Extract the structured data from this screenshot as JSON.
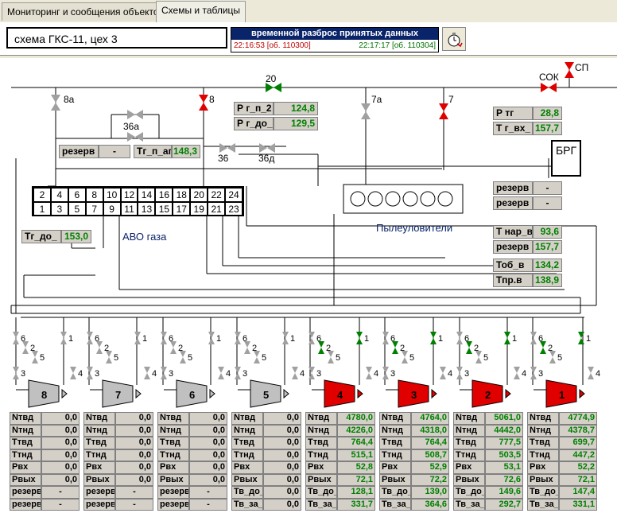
{
  "tabs": [
    {
      "label": "Мониторинг и сообщения объектов",
      "active": false
    },
    {
      "label": "Схемы и таблицы",
      "active": true
    }
  ],
  "header": {
    "title": "схема ГКС-11, цех 3",
    "spread_title": "временной разброс принятых данных",
    "time_first": "22:16:53 [об. 110300]",
    "time_last": "22:17:17 [об. 110304]",
    "clock_icon": "clock-refresh-icon"
  },
  "valves": {
    "v20": "20",
    "v8a": "8а",
    "v8": "8",
    "v7a": "7а",
    "v7": "7",
    "sok": "СОК",
    "sp": "СП",
    "v36a": "36а",
    "v36": "36",
    "v36d": "36д"
  },
  "readings": {
    "p_g_2": {
      "name": "Р г_п_2",
      "value": "124,8"
    },
    "p_g_do": {
      "name": "Р г_до_",
      "value": "129,5"
    },
    "reserve_left": {
      "name": "резерв",
      "value": "-"
    },
    "t_g_p_a": {
      "name": "Тг_п_ап",
      "value": "148,3"
    },
    "t_g_do": {
      "name": "Тг_до_",
      "value": "153,0"
    },
    "p_tg": {
      "name": "Р тг",
      "value": "28,8"
    },
    "t_g_vx": {
      "name": "Т г_вх_",
      "value": "157,7"
    },
    "reserve_r1": {
      "name": "резерв",
      "value": "-"
    },
    "reserve_r2": {
      "name": "резерв",
      "value": "-"
    },
    "t_nar_v": {
      "name": "Т нар_в",
      "value": "93,6"
    },
    "reserve_r3": {
      "name": "резерв",
      "value": "157,7"
    },
    "t_ob_v": {
      "name": "Тоб_в",
      "value": "134,2"
    },
    "t_pr_v": {
      "name": "Тпр.в",
      "value": "138,9"
    }
  },
  "brg_label": "БРГ",
  "avo": {
    "label": "АВО газа",
    "top": [
      "2",
      "4",
      "6",
      "8",
      "10",
      "12",
      "14",
      "16",
      "18",
      "20",
      "22",
      "24"
    ],
    "bottom": [
      "1",
      "3",
      "5",
      "7",
      "9",
      "11",
      "13",
      "15",
      "17",
      "19",
      "21",
      "23"
    ]
  },
  "dust_label": "Пылеуловители",
  "unit_valve_labels": [
    "6",
    "2",
    "5",
    "1",
    "3",
    "4"
  ],
  "units": [
    {
      "number": "8",
      "active": false
    },
    {
      "number": "7",
      "active": false
    },
    {
      "number": "6",
      "active": false
    },
    {
      "number": "5",
      "active": false
    },
    {
      "number": "4",
      "active": true
    },
    {
      "number": "3",
      "active": true
    },
    {
      "number": "2",
      "active": true
    },
    {
      "number": "1",
      "active": true
    }
  ],
  "colors": {
    "active": "#e00000",
    "inactive": "#c0c0c0",
    "open_valve": "#008000",
    "closed_valve": "#e00000",
    "neutral_valve": "#a0a0a0"
  },
  "panels": [
    {
      "rows": [
        [
          "Nтвд",
          "0,0"
        ],
        [
          "Nтнд",
          "0,0"
        ],
        [
          "Ттвд",
          "0,0"
        ],
        [
          "Ттнд",
          "0,0"
        ],
        [
          "Рвх",
          "0,0"
        ],
        [
          "Рвых",
          "0,0"
        ],
        [
          "резерв",
          "-"
        ],
        [
          "резерв",
          "-"
        ]
      ],
      "active": false
    },
    {
      "rows": [
        [
          "Nтвд",
          "0,0"
        ],
        [
          "Nтнд",
          "0,0"
        ],
        [
          "Ттвд",
          "0,0"
        ],
        [
          "Ттнд",
          "0,0"
        ],
        [
          "Рвх",
          "0,0"
        ],
        [
          "Рвых",
          "0,0"
        ],
        [
          "резерв",
          "-"
        ],
        [
          "резерв",
          "-"
        ]
      ],
      "active": false
    },
    {
      "rows": [
        [
          "Nтвд",
          "0,0"
        ],
        [
          "Nтнд",
          "0,0"
        ],
        [
          "Ттвд",
          "0,0"
        ],
        [
          "Ттнд",
          "0,0"
        ],
        [
          "Рвх",
          "0,0"
        ],
        [
          "Рвых",
          "0,0"
        ],
        [
          "резерв",
          "-"
        ],
        [
          "резерв",
          "-"
        ]
      ],
      "active": false
    },
    {
      "rows": [
        [
          "Nтвд",
          "0,0"
        ],
        [
          "Nтнд",
          "0,0"
        ],
        [
          "Ттвд",
          "0,0"
        ],
        [
          "Ттнд",
          "0,0"
        ],
        [
          "Рвх",
          "0,0"
        ],
        [
          "Рвых",
          "0,0"
        ],
        [
          "Тв_до_п",
          "0,0"
        ],
        [
          "Тв_за_п",
          "0,0"
        ]
      ],
      "active": false
    },
    {
      "rows": [
        [
          "Nтвд",
          "4780,0"
        ],
        [
          "Nтнд",
          "4226,0"
        ],
        [
          "Ттвд",
          "764,4"
        ],
        [
          "Ттнд",
          "515,1"
        ],
        [
          "Рвх",
          "52,8"
        ],
        [
          "Рвых",
          "72,1"
        ],
        [
          "Тв_до_п",
          "128,1"
        ],
        [
          "Тв_за_п",
          "331,7"
        ]
      ],
      "active": true
    },
    {
      "rows": [
        [
          "Nтвд",
          "4764,0"
        ],
        [
          "Nтнд",
          "4318,0"
        ],
        [
          "Ттвд",
          "764,4"
        ],
        [
          "Ттнд",
          "508,7"
        ],
        [
          "Рвх",
          "52,9"
        ],
        [
          "Рвых",
          "72,2"
        ],
        [
          "Тв_до_п",
          "139,0"
        ],
        [
          "Тв_за_п",
          "364,6"
        ]
      ],
      "active": true
    },
    {
      "rows": [
        [
          "Nтвд",
          "5061,0"
        ],
        [
          "Nтнд",
          "4442,0"
        ],
        [
          "Ттвд",
          "777,5"
        ],
        [
          "Ттнд",
          "503,5"
        ],
        [
          "Рвх",
          "53,1"
        ],
        [
          "Рвых",
          "72,6"
        ],
        [
          "Тв_до_п",
          "149,6"
        ],
        [
          "Тв_за_п",
          "292,7"
        ]
      ],
      "active": true
    },
    {
      "rows": [
        [
          "Nтвд",
          "4774,9"
        ],
        [
          "Nтнд",
          "4378,7"
        ],
        [
          "Ттвд",
          "699,7"
        ],
        [
          "Ттнд",
          "447,2"
        ],
        [
          "Рвх",
          "52,2"
        ],
        [
          "Рвых",
          "72,1"
        ],
        [
          "Тв_до_п",
          "147,4"
        ],
        [
          "Тв_за_п",
          "331,1"
        ]
      ],
      "active": true
    }
  ]
}
